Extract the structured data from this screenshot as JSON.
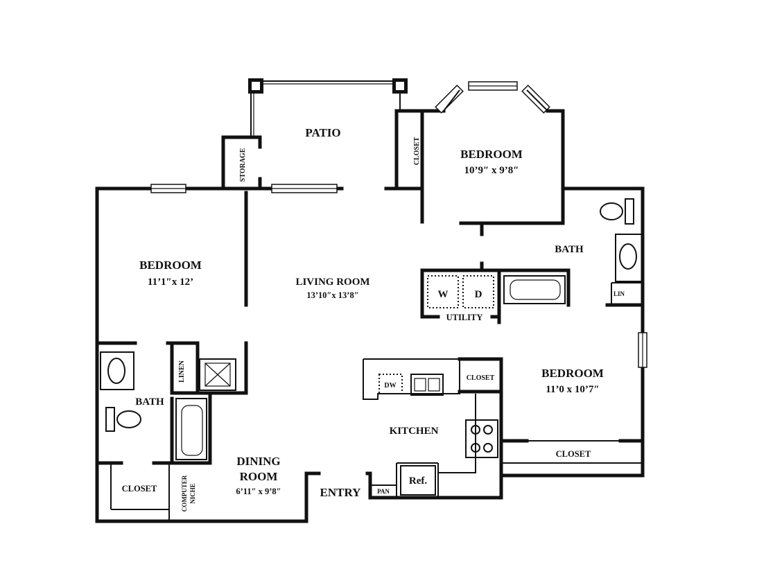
{
  "rooms": {
    "patio": "PATIO",
    "storage": "STORAGE",
    "bedroom_top": {
      "name": "BEDROOM",
      "size": "10’9″ x 9’8″"
    },
    "closet_top": "CLOSET",
    "bedroom_left": {
      "name": "BEDROOM",
      "size": "11’1″x 12’"
    },
    "living": {
      "name": "LIVING ROOM",
      "size": "13’10″x 13’8″"
    },
    "bath_right": "BATH",
    "washer": "W",
    "dryer": "D",
    "utility": "UTILITY",
    "lin": "LIN",
    "bedroom_right": {
      "name": "BEDROOM",
      "size": "11’0 x 10’7″"
    },
    "closet_right": "CLOSET",
    "closet_kitchen": "CLOSET",
    "kitchen": "KITCHEN",
    "dw": "DW",
    "ref": "Ref.",
    "pan": "PAN",
    "entry": "ENTRY",
    "dining": {
      "line1": "DINING",
      "line2": "ROOM",
      "size": "6’11″ x 9’8″"
    },
    "bath_left": "BATH",
    "linen": "LINEN",
    "closet_left": "CLOSET",
    "computer_niche": {
      "line1": "COMPUTER",
      "line2": "NICHE"
    }
  }
}
